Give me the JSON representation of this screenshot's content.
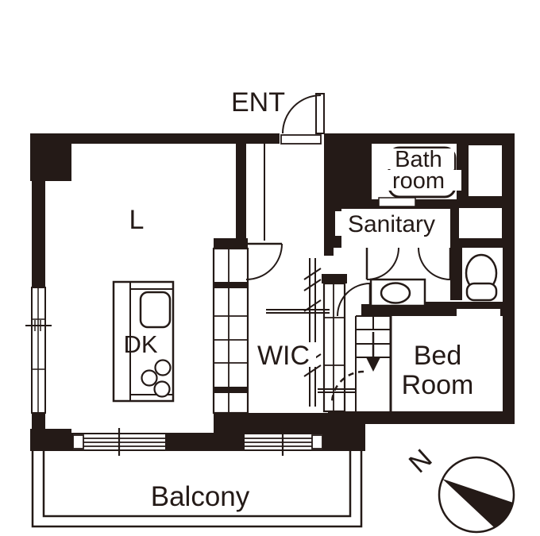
{
  "labels": {
    "entrance": "ENT",
    "living": "L",
    "dining_kitchen": "DK",
    "bath_line1": "Bath",
    "bath_line2": "room",
    "sanitary": "Sanitary",
    "wic": "WIC",
    "bedroom_line1": "Bed",
    "bedroom_line2": "Room",
    "balcony": "Balcony",
    "compass_north": "N"
  },
  "colors": {
    "wall": "#241a17",
    "background": "#ffffff"
  }
}
